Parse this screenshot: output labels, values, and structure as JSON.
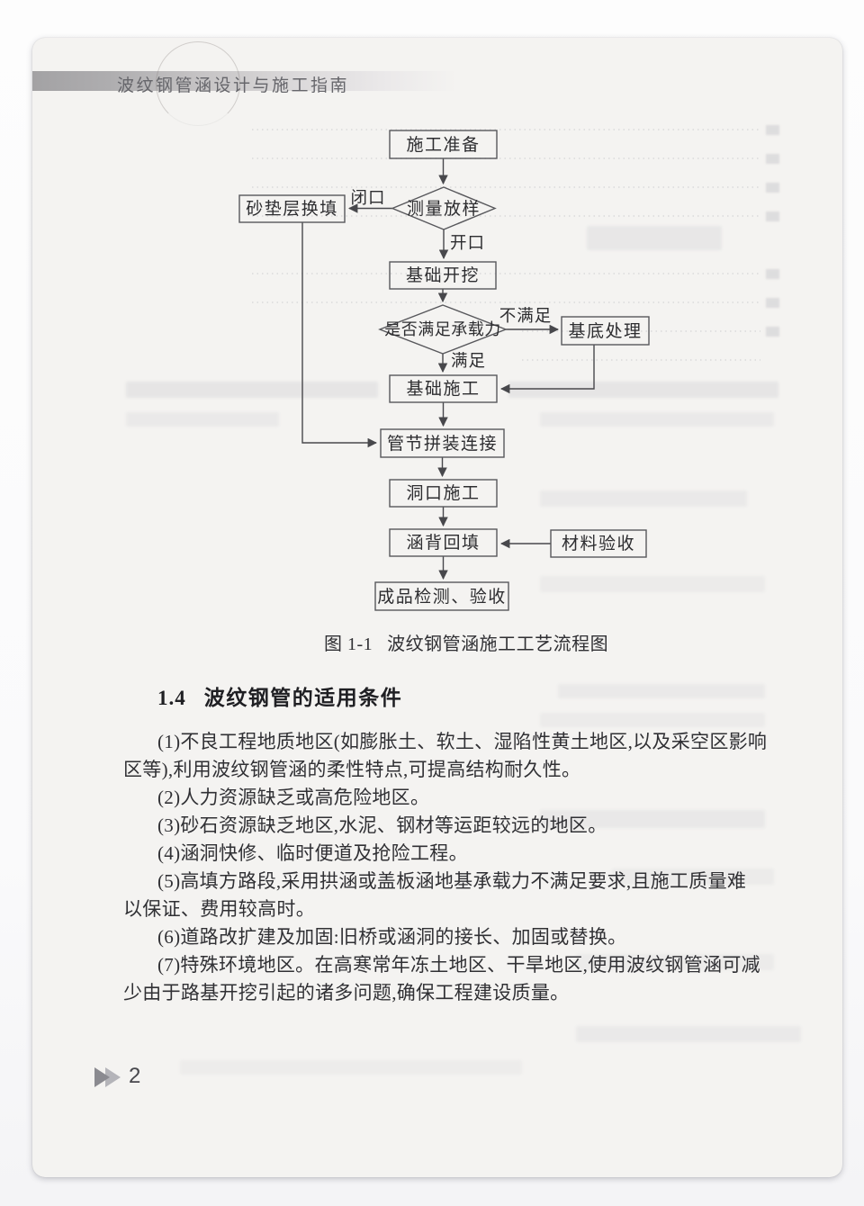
{
  "header": {
    "title": "波纹钢管涵设计与施工指南"
  },
  "flowchart": {
    "nodes": {
      "prep": "施工准备",
      "survey": "测量放样",
      "sand": "砂垫层换填",
      "excavation": "基础开挖",
      "bearing": "是否满足承载力",
      "base_treatment": "基底处理",
      "foundation": "基础施工",
      "assembly": "管节拼装连接",
      "portal": "洞口施工",
      "backfill": "涵背回填",
      "material": "材料验收",
      "inspection": "成品检测、验收"
    },
    "labels": {
      "closed": "闭口",
      "open": "开口",
      "not_satisfied": "不满足",
      "satisfied": "满足"
    },
    "caption_label": "图 1-1",
    "caption_title": "波纹钢管涵施工工艺流程图"
  },
  "section": {
    "heading_number": "1.4",
    "heading_title": "波纹钢管的适用条件",
    "lines": [
      {
        "text": "(1)不良工程地质地区(如膨胀土、软土、湿陷性黄土地区,以及采空区影响"
      },
      {
        "text": "区等),利用波纹钢管涵的柔性特点,可提高结构耐久性。"
      },
      {
        "text": "(2)人力资源缺乏或高危险地区。"
      },
      {
        "text": "(3)砂石资源缺乏地区,水泥、钢材等运距较远的地区。"
      },
      {
        "text": "(4)涵洞快修、临时便道及抢险工程。"
      },
      {
        "text": "(5)高填方路段,采用拱涵或盖板涵地基承载力不满足要求,且施工质量难"
      },
      {
        "text": "以保证、费用较高时。"
      },
      {
        "text": "(6)道路改扩建及加固:旧桥或涵洞的接长、加固或替换。"
      },
      {
        "text": "(7)特殊环境地区。在高寒常年冻土地区、干旱地区,使用波纹钢管涵可减"
      },
      {
        "text": "少由于路基开挖引起的诸多问题,确保工程建设质量。"
      }
    ]
  },
  "footer": {
    "page_number": "2"
  },
  "icons": {
    "page_marker": "chevron-double-right"
  },
  "colors": {
    "page_bg": "#f4f3f1",
    "band_gray": "#a3a2a4",
    "box_border": "#58585c",
    "ink": "#2d2d30",
    "header_text": "#66666b"
  }
}
